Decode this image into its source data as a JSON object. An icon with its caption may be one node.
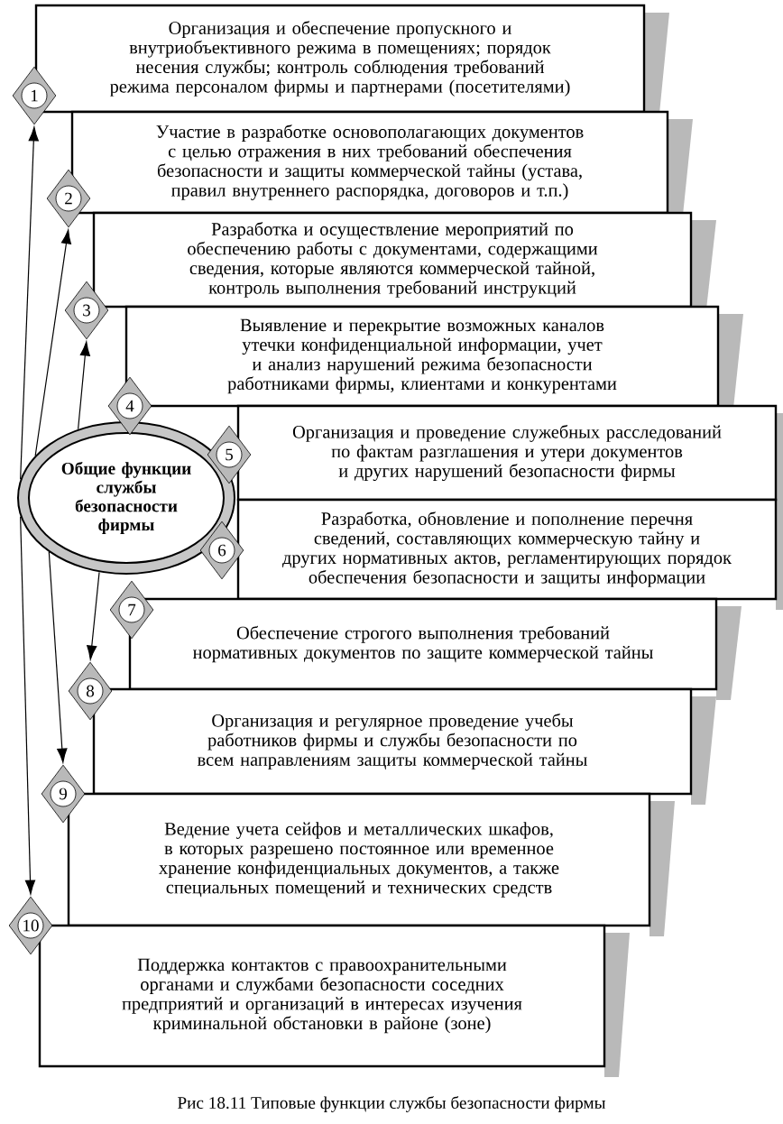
{
  "diagram": {
    "caption": "Рис 18.11 Типовые функции службы безопасности фирмы",
    "nodes": [
      {
        "text": [
          "Общие функции службы безопасности фирмы"
        ]
      },
      {
        "text": [
          "Организация и обеспечение пропускного и внутриобъективного режима в помещениях; порядок несения службы; контроль соблюдения требований режима персоналом фирмы и партнерами (посетителями)"
        ]
      },
      {
        "text": [
          "Участие в разработке основополагающих документов с целью отражения в них требований обеспечения безопасности и защиты коммерческой тайны (устава, правил внутреннего распорядка, договоров и т.п.)"
        ]
      },
      {
        "text": [
          "Разработка и осуществление мероприятий по обеспечению работы с документами, содержащими сведения, которые являются коммерческой тайной, контроль выполнения требований инструкций"
        ]
      },
      {
        "text": [
          "Выявление и перекрытие возможных каналов утечки конфиденциальной информации, учет и анализ нарушений режима безопасности работниками фирмы, клиентами и конкурентами"
        ]
      },
      {
        "text": [
          "Организация и проведение служебных расследований по фактам разглашения и утери документов и других нарушений безопасности фирмы"
        ]
      },
      {
        "text": [
          "Разработка, обновление и пополнение перечня сведений, составляющих коммерческую тайну и других нормативных актов, регламентирующих порядок обеспечения безопасности и защиты информации"
        ]
      },
      {
        "text": [
          "Обеспечение строгого выполнения требований нормативных документов по защите коммерческой тайны"
        ]
      },
      {
        "text": [
          "Организация и регулярное проведение учебы работников фирмы и службы безопасности по всем направлениям защиты коммерческой тайны"
        ]
      },
      {
        "text": [
          "Ведение учета сейфов и металлических шкафов, в которых разрешено постоянное или временное хранение конфиденциальных документов, а также специальных помещений и технических средств"
        ]
      },
      {
        "text": [
          "Поддержка контактов с правоохранительными органами и службами безопасности соседних предприятий и организаций в интересах изучения криминальной обстановки в районе (зоне)"
        ]
      },
      {
        "text": [
          "1"
        ]
      },
      {
        "text": [
          "2"
        ]
      },
      {
        "text": [
          "3"
        ]
      },
      {
        "text": [
          "4"
        ]
      },
      {
        "text": [
          "5"
        ]
      },
      {
        "text": [
          "6"
        ]
      },
      {
        "text": [
          "7"
        ]
      },
      {
        "text": [
          "8"
        ]
      },
      {
        "text": [
          "9"
        ]
      },
      {
        "text": [
          "10"
        ]
      }
    ],
    "edges": [
      {
        "from": 0,
        "to": 11,
        "arrow": "to"
      },
      {
        "from": 0,
        "to": 12,
        "arrow": "to"
      },
      {
        "from": 0,
        "to": 13,
        "arrow": "to"
      },
      {
        "from": 0,
        "to": 18,
        "arrow": "to"
      },
      {
        "from": 0,
        "to": 19,
        "arrow": "to"
      },
      {
        "from": 0,
        "to": 20,
        "arrow": "to"
      }
    ]
  }
}
